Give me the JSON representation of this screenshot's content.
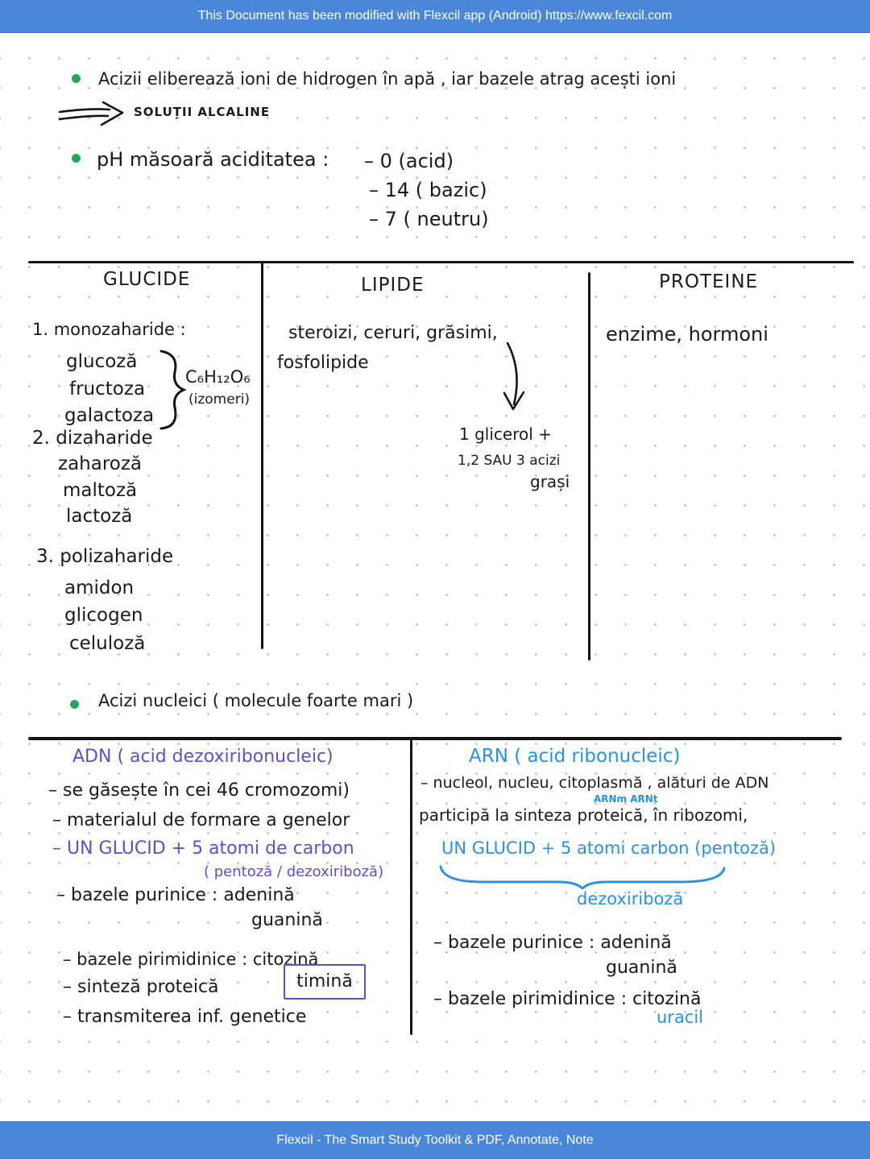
{
  "top_banner": {
    "text": "This Document has been modified with Flexcil app (Android) https://www.fexcil.com"
  },
  "bottom_banner": {
    "text": "Flexcil - The Smart Study Toolkit & PDF, Annotate, Note"
  },
  "colors": {
    "banner_blue": "#4a87d8",
    "ink_black": "#1a1a1a",
    "bullet_green": "#23a859",
    "adn_purple": "#5f4fc7",
    "arn_blue": "#2b8fe3",
    "grid_dot": "#c9cbd1"
  },
  "acids_note": {
    "line": "Acizii eliberează ioni de hidrogen în apă , iar bazele atrag acești ioni",
    "arrow_label": "SOLUȚII ALCALINE"
  },
  "ph_note": {
    "lead": "pH măsoară aciditatea :",
    "scale": [
      "– 0 (acid)",
      "– 14 ( bazic)",
      "– 7 ( neutru)"
    ]
  },
  "macromolecule_table": {
    "headers": [
      "GLUCIDE",
      "LIPIDE",
      "PROTEINE"
    ],
    "glucide": {
      "group1_title": "1. monozaharide :",
      "group1_items": [
        "glucoză",
        "fructoza",
        "galactoza"
      ],
      "formula": "C₆H₁₂O₆",
      "formula_note": "(izomeri)",
      "group2_title": "2. dizaharide",
      "group2_items": [
        "zaharoză",
        "maltoză",
        "lactoză"
      ],
      "group3_title": "3. polizaharide",
      "group3_items": [
        "amidon",
        "glicogen",
        "celuloză"
      ]
    },
    "lipide": {
      "line1": "steroizi, ceruri, grăsimi,",
      "line2": "fosfolipide",
      "detail1": "1 glicerol +",
      "detail2": "1,2 SAU 3 acizi",
      "detail3": "grași"
    },
    "proteine": {
      "line1": "enzime, hormoni"
    }
  },
  "nucleic_note": {
    "line": "Acizi nucleici ( molecule foarte mari )"
  },
  "adn": {
    "title": "ADN ( acid dezoxiribonucleic)",
    "line1": "– se găsește în cei 46 cromozomi)",
    "line2": "– materialul de formare a genelor",
    "line3": "– UN GLUCID + 5 atomi de carbon",
    "line3b": "( pentoză / dezoxiriboză)",
    "line4": "– bazele purinice : adenină",
    "line4b": "guanină",
    "line5": "– bazele pirimidinice : citozină",
    "line5_boxed": "timină",
    "line6": "– sinteză proteică",
    "line7": "– transmiterea inf. genetice"
  },
  "arn": {
    "title": "ARN ( acid ribonucleic)",
    "line1": "– nucleol, nucleu, citoplasmă , alături de ADN",
    "annotation": "ARNm  ARNt",
    "line2": "participă la sinteza proteică, în ribozomi,",
    "line3": "UN GLUCID + 5 atomi carbon (pentoză)",
    "line3b": "dezoxiriboză",
    "line4": "– bazele purinice : adenină",
    "line4b": "guanină",
    "line5": "– bazele pirimidinice : citozină",
    "line5b": "uracil"
  }
}
